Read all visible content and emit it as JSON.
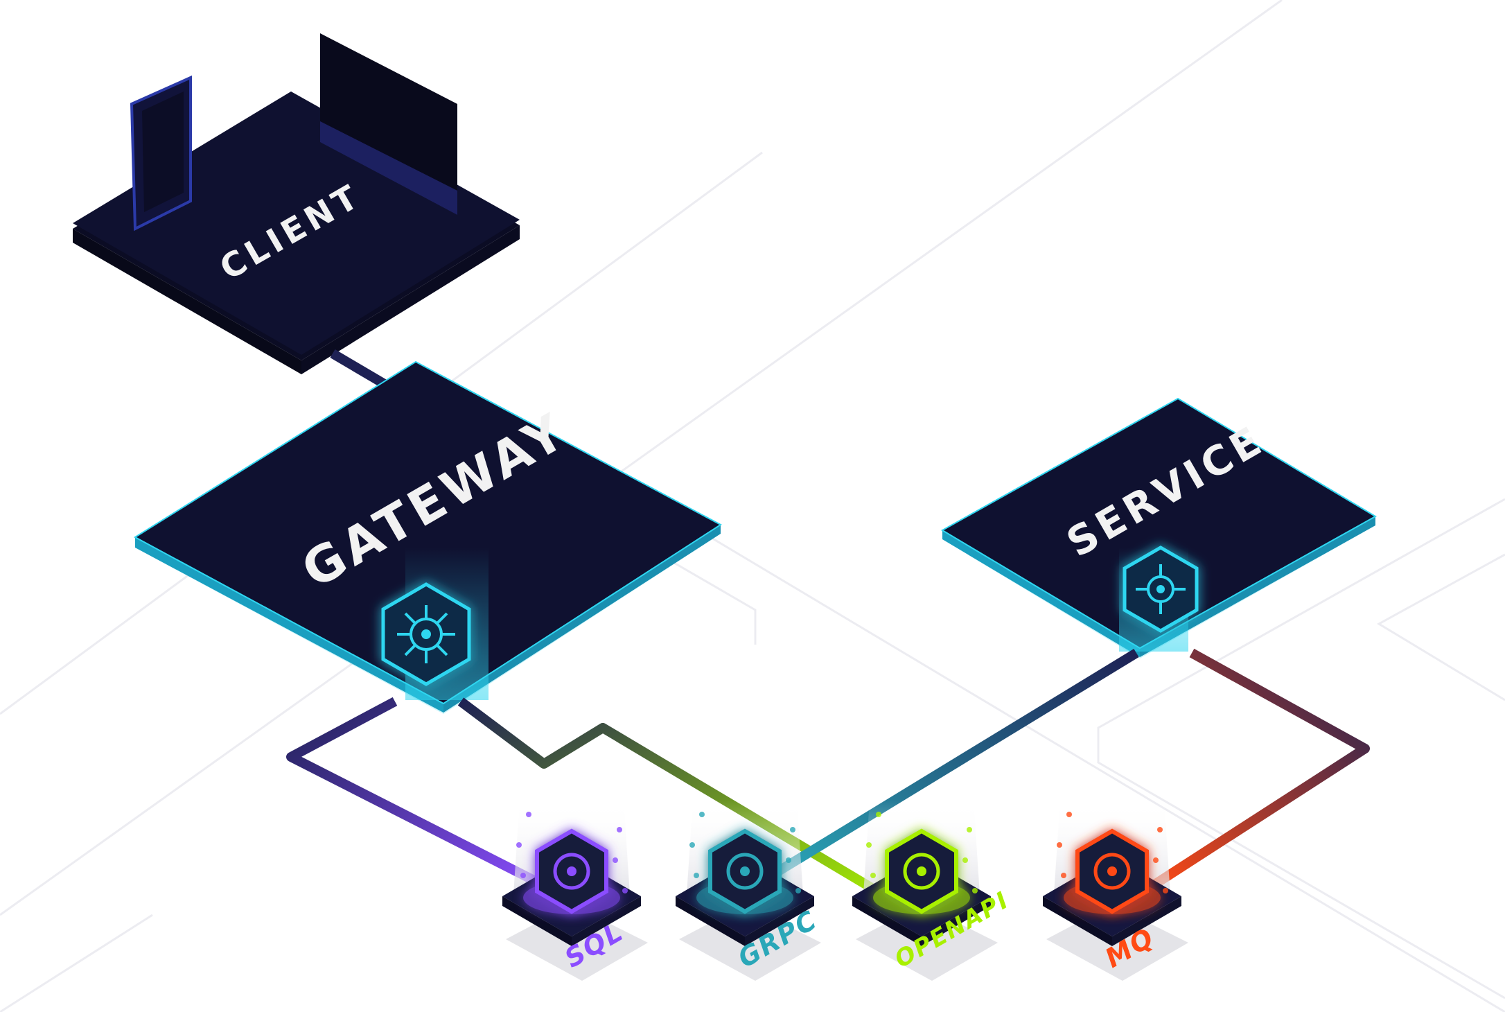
{
  "platforms": {
    "client": {
      "label": "CLIENT"
    },
    "gateway": {
      "label": "GATEWAY"
    },
    "service": {
      "label": "SERVICE"
    }
  },
  "nodes": [
    {
      "key": "sql",
      "label": "SQL",
      "color": "#8b4dff",
      "icon": "database-icon"
    },
    {
      "key": "grpc",
      "label": "GRPC",
      "color": "#2aa7b8",
      "icon": "grpc-icon"
    },
    {
      "key": "openapi",
      "label": "OPENAPI",
      "color": "#a8f000",
      "icon": "openapi-icon"
    },
    {
      "key": "mq",
      "label": "MQ",
      "color": "#ff4a14",
      "icon": "message-queue-icon"
    }
  ],
  "colors": {
    "platform": "#0f1130",
    "platform_edge": "#1b1e48",
    "cyan_glow": "#2fd6f0",
    "connector": "#1e2154",
    "grid_line": "#ececf1"
  }
}
